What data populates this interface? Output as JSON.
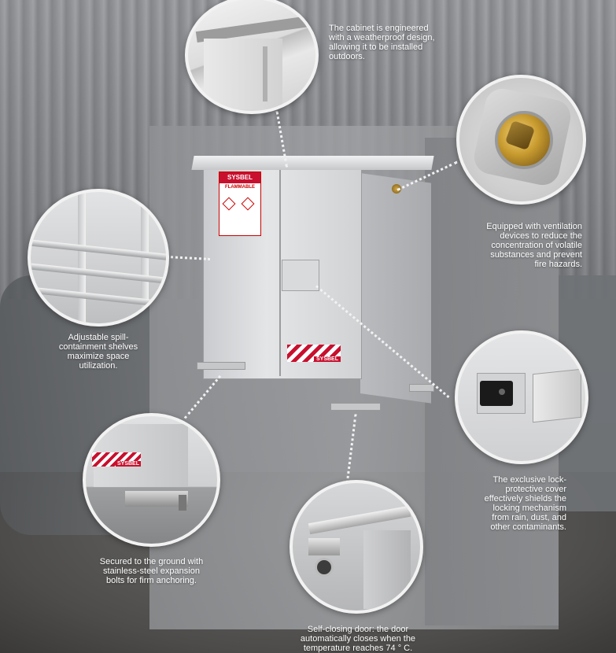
{
  "cabinet": {
    "brand": "SYSBEL",
    "hazard_label": "FLAMMABLE"
  },
  "callouts": [
    {
      "id": "weatherproof",
      "lines": [
        "The cabinet is engineered",
        "with a weatherproof design,",
        "allowing it to be installed",
        "outdoors."
      ]
    },
    {
      "id": "ventilation",
      "lines": [
        "Equipped with ventilation",
        "devices to reduce the",
        "concentration of volatile",
        "substances and prevent",
        "fire hazards."
      ]
    },
    {
      "id": "shelves",
      "lines": [
        "Adjustable spill-",
        "containment shelves",
        "maximize space",
        "utilization."
      ]
    },
    {
      "id": "lock",
      "lines": [
        "The exclusive lock-",
        "protective cover",
        "effectively shields the",
        "locking mechanism",
        "from rain, dust, and",
        "other contaminants."
      ]
    },
    {
      "id": "anchor",
      "lines": [
        "Secured to the ground with",
        "stainless-steel expansion",
        "bolts for firm anchoring."
      ]
    },
    {
      "id": "closer",
      "lines": [
        "Self-closing door: the door",
        "automatically closes when the",
        "temperature reaches 74 ° C."
      ]
    }
  ]
}
